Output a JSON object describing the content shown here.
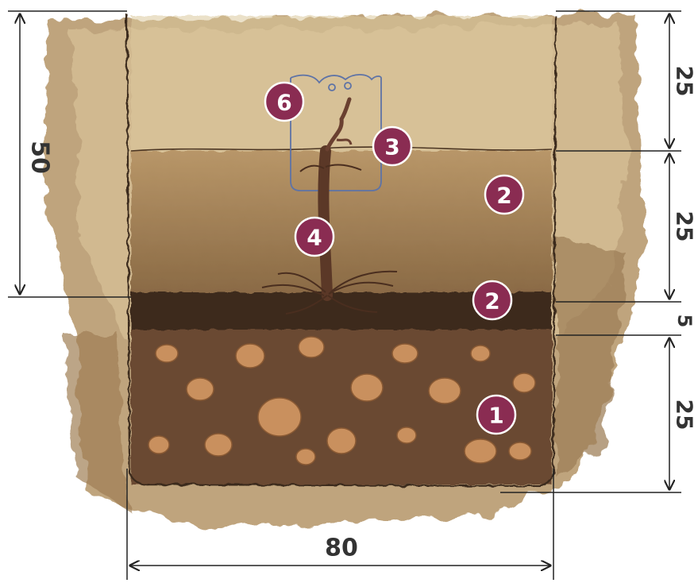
{
  "colors": {
    "background": "#ffffff",
    "wash_outer": "#b49466",
    "wash_light": "#d8c398",
    "topsoil": "#dcc99d",
    "loam": "#9d7a4e",
    "dark_layer": "#3c2a1d",
    "drainage": "#6b4930",
    "stone": "#c9905e",
    "trunk": "#5b3827",
    "protector": "#5e73a6",
    "badge": "#8a2c52",
    "dim_line": "#222222"
  },
  "dimensions": {
    "left_total": "50",
    "right_top": "25",
    "right_middle": "25",
    "right_dark": "5",
    "right_bottom": "25",
    "width": "80"
  },
  "markers": [
    {
      "number": "6",
      "part": "protector-tube"
    },
    {
      "number": "3",
      "part": "soil-surface"
    },
    {
      "number": "2",
      "part": "backfill-soil"
    },
    {
      "number": "4",
      "part": "vine-trunk"
    },
    {
      "number": "2",
      "part": "organic-layer"
    },
    {
      "number": "1",
      "part": "drainage-stones"
    }
  ]
}
